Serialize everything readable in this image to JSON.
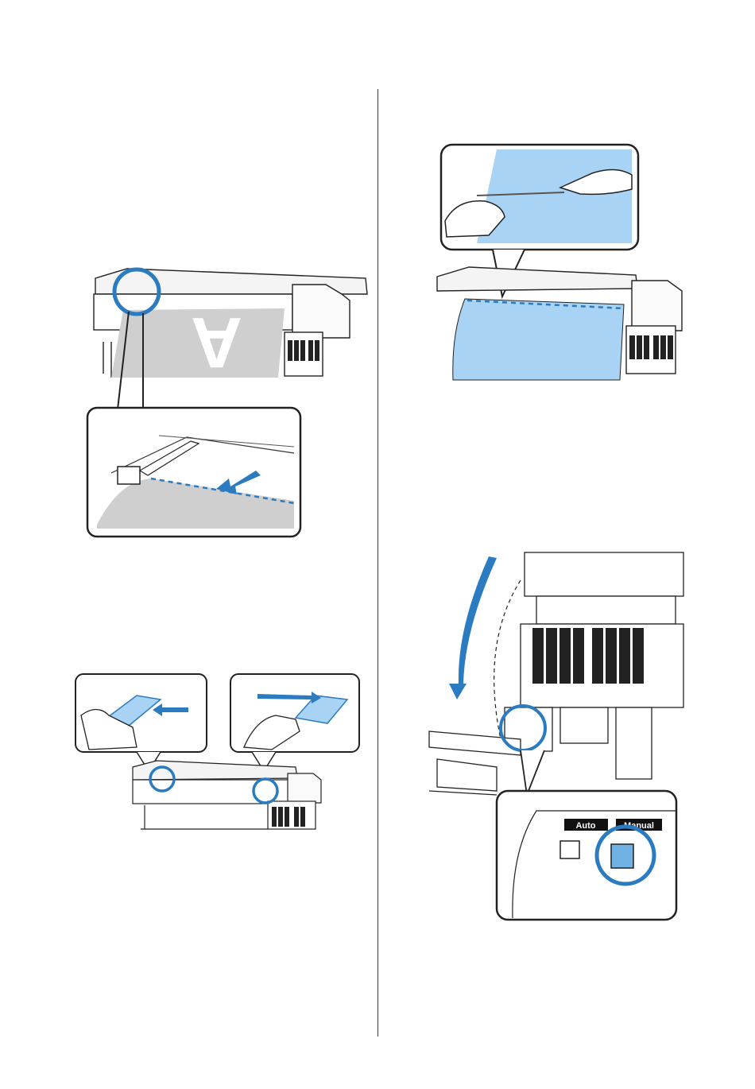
{
  "page": {
    "column_divider": true
  },
  "figures": {
    "fig1_remove_plates": {
      "icon": "printer-media-edge-plate-illustration"
    },
    "fig2_cut_media": {
      "icon": "printer-cut-media-illustration"
    },
    "fig3_move_plates": {
      "icon": "printer-move-edge-plates-illustration"
    },
    "fig4_takeup_switch": {
      "icon": "takeup-unit-switch-illustration",
      "auto_label": "Auto",
      "manual_label": "Manual"
    }
  },
  "colors": {
    "accent_blue": "#2a7bc0",
    "light_blue": "#a9d3f5",
    "media_gray": "#cfcfcf",
    "outline": "#222222"
  }
}
